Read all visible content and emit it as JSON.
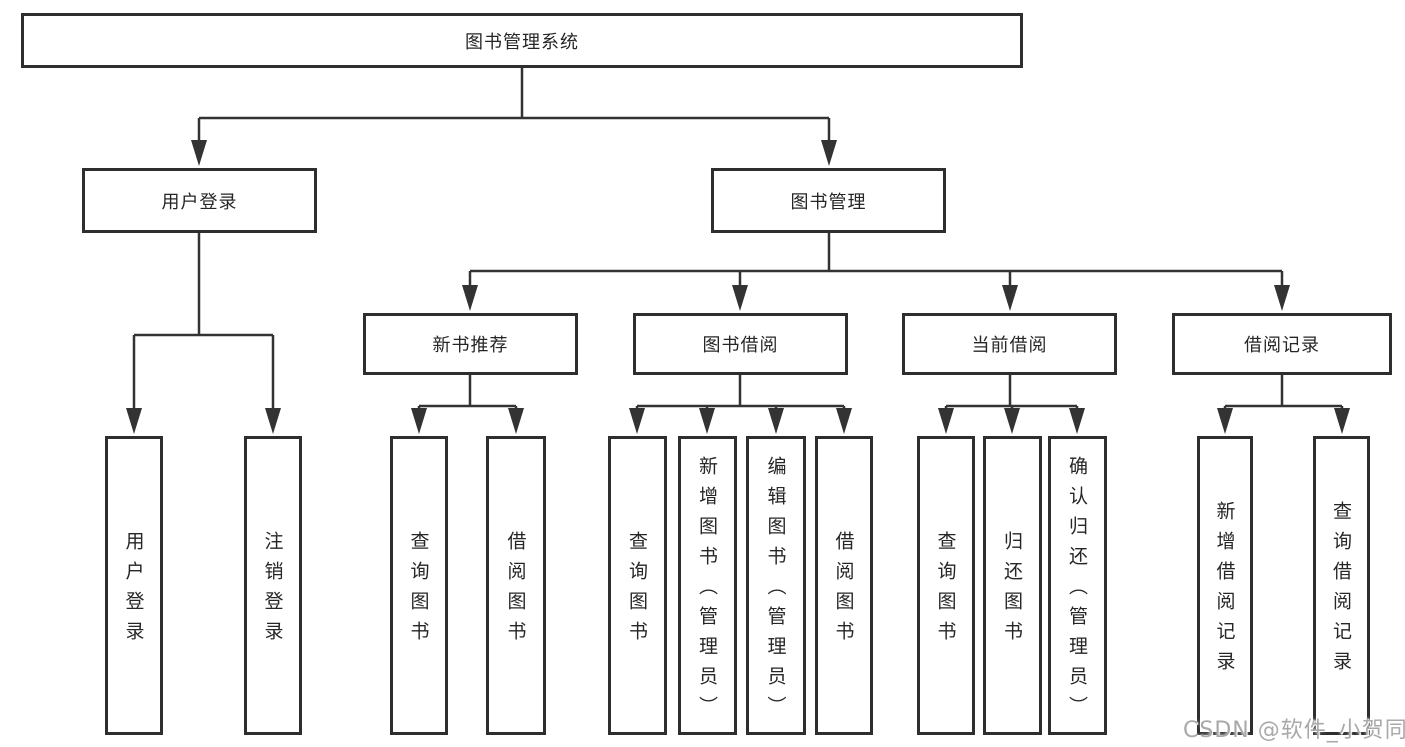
{
  "tree": {
    "root": {
      "label": "图书管理系统"
    },
    "branches": [
      {
        "label": "用户登录",
        "children": [
          {
            "label": "用户登录"
          },
          {
            "label": "注销登录"
          }
        ]
      },
      {
        "label": "图书管理",
        "children": [
          {
            "label": "新书推荐",
            "children": [
              {
                "label": "查询图书"
              },
              {
                "label": "借阅图书"
              }
            ]
          },
          {
            "label": "图书借阅",
            "children": [
              {
                "label": "查询图书"
              },
              {
                "label": "新增图书（管理员）"
              },
              {
                "label": "编辑图书（管理员）"
              },
              {
                "label": "借阅图书"
              }
            ]
          },
          {
            "label": "当前借阅",
            "children": [
              {
                "label": "查询图书"
              },
              {
                "label": "归还图书"
              },
              {
                "label": "确认归还（管理员）"
              }
            ]
          },
          {
            "label": "借阅记录",
            "children": [
              {
                "label": "新增借阅记录"
              },
              {
                "label": "查询借阅记录"
              }
            ]
          }
        ]
      }
    ]
  },
  "watermark": {
    "text": "CSDN @软件_小贺同学"
  },
  "colors": {
    "background": "#ffffff",
    "line": "#333333",
    "box_border": "#2e2e2e",
    "text": "#262626",
    "watermark": "#a9a9a9"
  }
}
